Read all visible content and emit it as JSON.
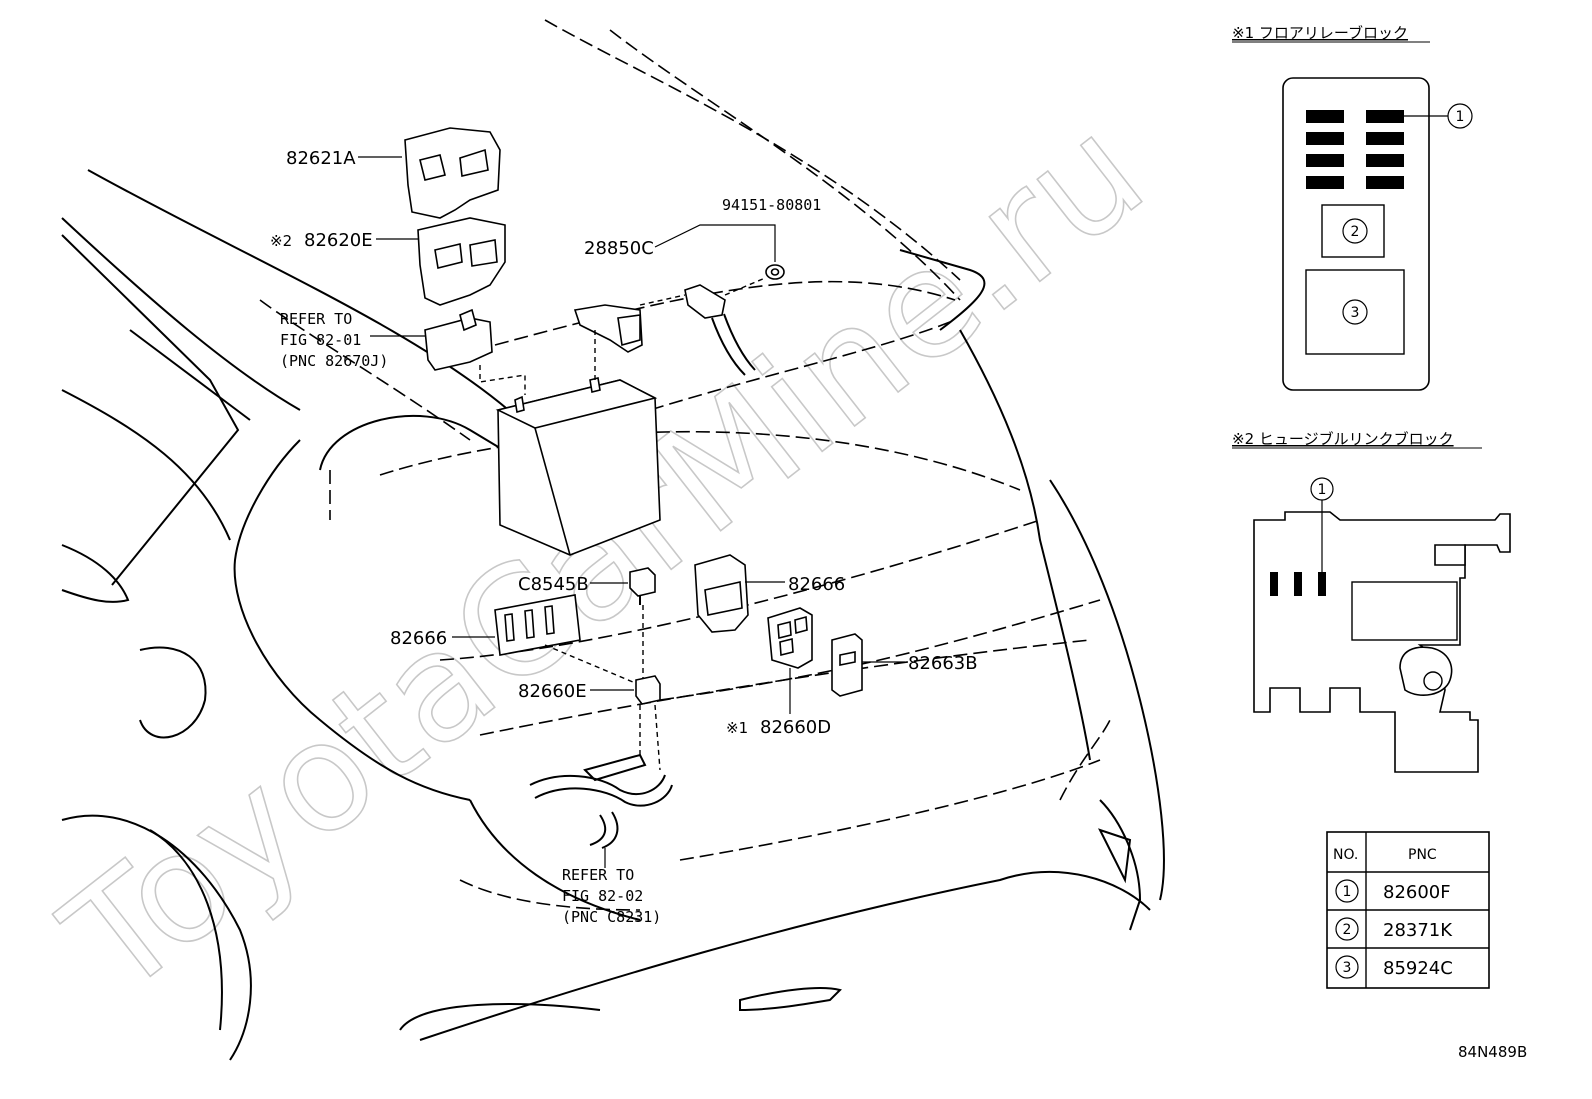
{
  "watermark": "ToyotaCarMine.ru",
  "callouts": {
    "c82621a": "82621A",
    "c82620e_mark": "※2",
    "c82620e": "82620E",
    "refer1_line1": "REFER TO",
    "refer1_line2": "FIG 82-01",
    "refer1_line3": "(PNC 82670J)",
    "c28850c": "28850C",
    "c94151": "94151-80801",
    "c8545b": "C8545B",
    "c82666_top": "82666",
    "c82666_left": "82666",
    "c82660e": "82660E",
    "c82663b": "82663B",
    "c82660d_mark": "※1",
    "c82660d": "82660D",
    "refer2_line1": "REFER TO",
    "refer2_line2": "FIG 82-02",
    "refer2_line3": "(PNC C8231)"
  },
  "inset1": {
    "title": "※1 フロアリレーブロック",
    "markers": [
      "1",
      "2",
      "3"
    ]
  },
  "inset2": {
    "title": "※2 ヒュージブルリンクブロック",
    "markers": [
      "1"
    ]
  },
  "pnc_table": {
    "headers": [
      "NO.",
      "PNC"
    ],
    "rows": [
      {
        "no": "1",
        "pnc": "82600F"
      },
      {
        "no": "2",
        "pnc": "28371K"
      },
      {
        "no": "3",
        "pnc": "85924C"
      }
    ]
  },
  "figure_code": "84N489B"
}
